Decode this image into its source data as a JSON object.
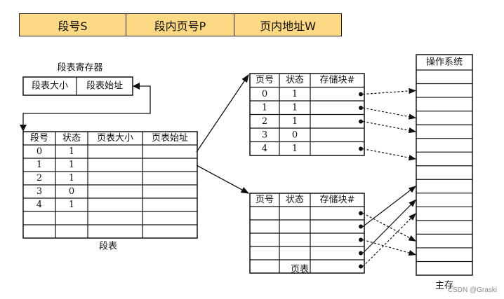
{
  "logical_address": [
    "段号S",
    "段内页号P",
    "页内地址W"
  ],
  "segment_register": {
    "title": "段表寄存器",
    "cells": [
      "段表大小",
      "段表始址"
    ]
  },
  "segment_table": {
    "headers": [
      "段号",
      "状态",
      "页表大小",
      "页表始址"
    ],
    "rows": [
      [
        "0",
        "1"
      ],
      [
        "1",
        "1"
      ],
      [
        "2",
        "1"
      ],
      [
        "3",
        "0"
      ],
      [
        "4",
        "1"
      ],
      [
        "",
        ""
      ]
    ],
    "caption": "段表"
  },
  "page_tables": {
    "headers": [
      "页号",
      "状态",
      "存储块#"
    ],
    "table1_rows": [
      [
        "0",
        "1"
      ],
      [
        "1",
        "1"
      ],
      [
        "2",
        "1"
      ],
      [
        "3",
        "0"
      ],
      [
        "4",
        "1"
      ]
    ],
    "table2_rows": [
      [
        "",
        ""
      ],
      [
        "",
        ""
      ],
      [
        "",
        ""
      ],
      [
        "",
        ""
      ],
      [
        "",
        ""
      ]
    ],
    "caption": "页表"
  },
  "main_memory": {
    "header": "操作系统",
    "caption": "主存"
  },
  "watermark": "CSDN @Graski"
}
